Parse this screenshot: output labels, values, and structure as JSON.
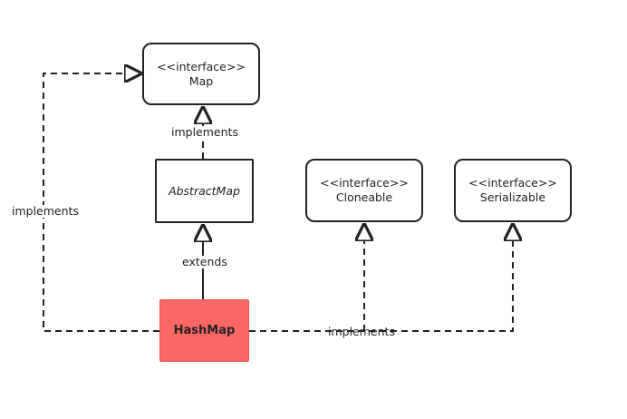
{
  "nodes": {
    "map": {
      "stereotype": "<<interface>>",
      "name": "Map"
    },
    "abstract_map": {
      "name": "AbstractMap"
    },
    "cloneable": {
      "stereotype": "<<interface>>",
      "name": "Cloneable"
    },
    "serializable": {
      "stereotype": "<<interface>>",
      "name": "Serializable"
    },
    "hashmap": {
      "name": "HashMap"
    }
  },
  "edges": {
    "abstract_to_map": "implements",
    "hashmap_to_abstract": "extends",
    "hashmap_to_map": "implements",
    "hashmap_to_others": "implements"
  },
  "colors": {
    "hashmap_fill": "#ff6666",
    "line": "#222222"
  }
}
